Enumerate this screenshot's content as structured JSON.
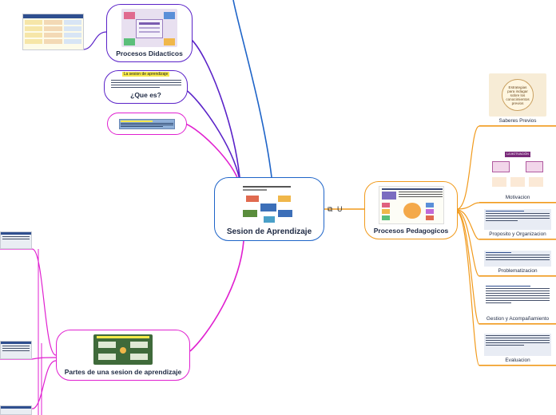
{
  "central": {
    "label": "Sesion de Aprendizaje"
  },
  "branches": {
    "procesos_didacticos": {
      "label": "Procesos Didacticos"
    },
    "que_es": {
      "label": "¿Que es?",
      "heading": "La sesion de aprendizaje"
    },
    "partes": {
      "label": "Partes de una sesion de aprendizaje"
    },
    "procesos_pedagogicos": {
      "label": "Procesos Pedagogicos"
    }
  },
  "pedagogicos_items": [
    {
      "label": "Saberes Previos"
    },
    {
      "label": "Motivacion"
    },
    {
      "label": "Proposito y Organizacion"
    },
    {
      "label": "Problematizacion"
    },
    {
      "label": "Gestion y Acompañamiento"
    },
    {
      "label": "Evaluacion"
    }
  ],
  "saberes_image_text": "Estrategias para indagar sobre los conocimientos previos",
  "motivacion_image_text": "LA MOTIVACIÓN",
  "controls": {
    "expand_icon": "external-link-icon",
    "collapse_icon": "collapse-icon",
    "collapse_text": "U"
  },
  "colors": {
    "central": "#1e64c8",
    "purple": "#5a22c8",
    "magenta": "#e020d0",
    "orange": "#f19a1c",
    "blue_branch": "#1e64c8"
  }
}
